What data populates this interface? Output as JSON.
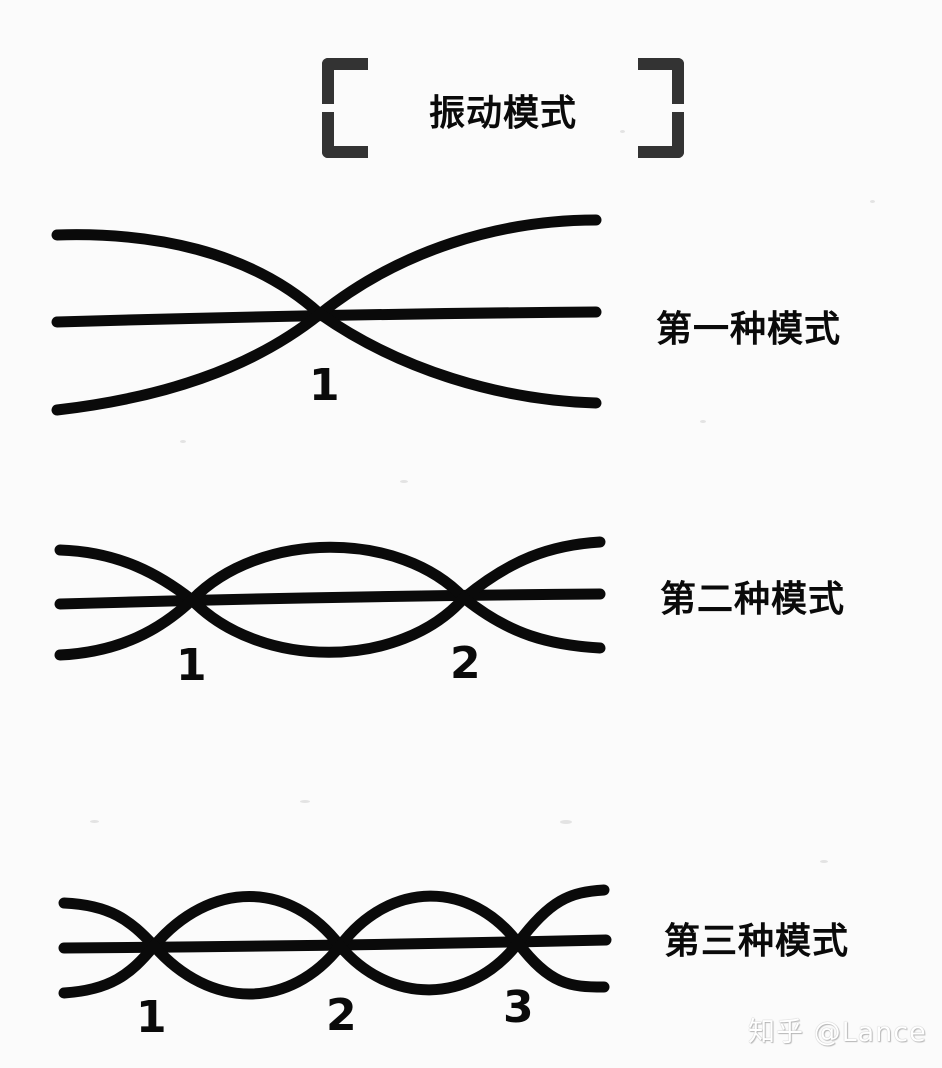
{
  "title": "振动模式",
  "modes": [
    {
      "label": "第一种模式",
      "nodes": [
        "1"
      ]
    },
    {
      "label": "第二种模式",
      "nodes": [
        "1",
        "2"
      ]
    },
    {
      "label": "第三种模式",
      "nodes": [
        "1",
        "2",
        "3"
      ]
    }
  ],
  "watermark": "知乎 @Lance",
  "colors": {
    "ink": "#0a0a0a",
    "background": "#fbfbfb",
    "bracket": "#333333"
  }
}
